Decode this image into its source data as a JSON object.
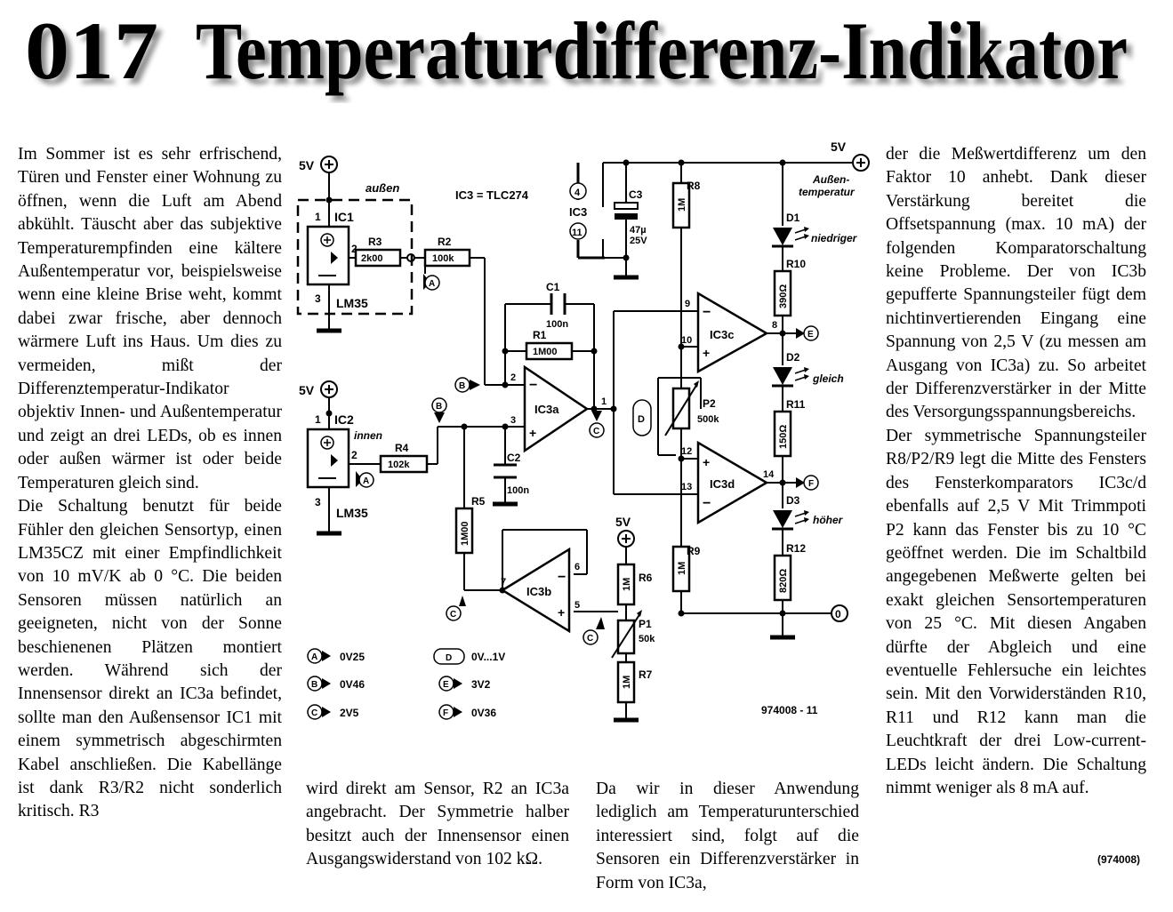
{
  "header": {
    "number": "017",
    "title": "Temperaturdifferenz-Indikator"
  },
  "article": {
    "col1": "Im Sommer ist es sehr erfrischend, Türen und Fenster einer Wohnung zu öffnen, wenn die Luft am Abend abkühlt. Täuscht aber das subjektive Temperaturempfinden eine kältere Außentemperatur vor, beispielsweise wenn eine kleine Brise weht, kommt dabei zwar frische, aber dennoch wärmere Luft ins Haus. Um dies zu vermeiden, mißt der Differenztemperatur-Indikator objektiv Innen- und Außentemperatur und zeigt an drei LEDs, ob es innen oder außen wärmer ist oder beide Temperaturen gleich sind.",
    "col1b": "Die Schaltung benutzt für beide Fühler den gleichen Sensortyp, einen LM35CZ mit einer Empfindlichkeit von 10 mV/K ab 0 °C. Die beiden Sensoren müssen natürlich an geeigneten, nicht von der Sonne beschienenen Plätzen montiert werden. Während sich der Innensensor direkt an IC3a befindet, sollte man den Außensensor IC1 mit einem symmetrisch abgeschirmten Kabel anschließen. Die Kabellänge ist dank R3/R2 nicht sonderlich kritisch. R3",
    "col2": "wird direkt am Sensor, R2 an IC3a angebracht. Der Symmetrie halber besitzt auch der Innensensor einen Ausgangswiderstand von 102 kΩ.",
    "col3": "Da wir in dieser Anwendung lediglich am Temperaturunterschied interessiert sind, folgt auf die Sensoren ein Differenzverstärker in Form von IC3a,",
    "col4": "der die Meßwertdifferenz um den Faktor 10 anhebt. Dank dieser Verstärkung bereitet die Offsetspannung (max. 10 mA) der folgenden Komparatorschaltung keine Probleme. Der von IC3b gepufferte Spannungsteiler fügt dem nichtinvertierenden Eingang eine Spannung von 2,5 V (zu messen am Ausgang von IC3a) zu. So arbeitet der Differenzverstärker in der Mitte des Versorgungsspannungsbereichs.",
    "col4b": "Der symmetrische Spannungsteiler R8/P2/R9 legt die Mitte des Fensters des Fensterkomparators IC3c/d ebenfalls auf 2,5 V Mit Trimmpoti P2 kann das Fenster bis zu 10 °C geöffnet werden. Die im Schaltbild angegebenen Meßwerte gelten bei exakt gleichen Sensortemperaturen von 25 °C. Mit diesen Angaben dürfte der Abgleich und eine eventuelle Fehlersuche ein leichtes sein. Mit den Vorwiderständen R10, R11 und R12 kann man die Leuchtkraft der drei Low-current-LEDs leicht ändern. Die Schaltung nimmt weniger als 8 mA auf.",
    "ref": "(974008)"
  },
  "schematic": {
    "ic3_note": "IC3 = TLC274",
    "fig_id": "974008 - 11",
    "supply": "5V",
    "ground_ref": "0",
    "aussen": "außen",
    "innen": "innen",
    "aussen_temp1": "Außen-",
    "aussen_temp2": "temperatur",
    "ic1": "IC1",
    "ic2": "IC2",
    "ic3": "IC3",
    "lm35": "LM35",
    "r1": "R1",
    "r1v": "1M00",
    "r2": "R2",
    "r2v": "100k",
    "r3": "R3",
    "r3v": "2k00",
    "r4": "R4",
    "r4v": "102k",
    "r5": "R5",
    "r5v": "1M00",
    "r6": "R6",
    "r6v": "1M",
    "r7": "R7",
    "r7v": "1M",
    "r8": "R8",
    "r8v": "1M",
    "r9": "R9",
    "r9v": "1M",
    "r10": "R10",
    "r10v": "390Ω",
    "r11": "R11",
    "r11v": "150Ω",
    "r12": "R12",
    "r12v": "820Ω",
    "c1": "C1",
    "c1v": "100n",
    "c2": "C2",
    "c2v": "100n",
    "c3": "C3",
    "c3v1": "47µ",
    "c3v2": "25V",
    "p1": "P1",
    "p1v": "50k",
    "p2": "P2",
    "p2v": "500k",
    "d1": "D1",
    "d1l": "niedriger",
    "d2": "D2",
    "d2l": "gleich",
    "d3": "D3",
    "d3l": "höher",
    "ic3a": "IC3a",
    "ic3b": "IC3b",
    "ic3c": "IC3c",
    "ic3d": "IC3d",
    "pins": {
      "p1": "1",
      "p2": "2",
      "p3": "3",
      "p4": "4",
      "p5": "5",
      "p6": "6",
      "p7": "7",
      "p8": "8",
      "p9": "9",
      "p10": "10",
      "p11": "11",
      "p12": "12",
      "p13": "13",
      "p14": "14"
    },
    "legend": [
      {
        "letter": "A",
        "value": "0V25"
      },
      {
        "letter": "B",
        "value": "0V46"
      },
      {
        "letter": "C",
        "value": "2V5"
      },
      {
        "letter": "D",
        "value": "0V...1V"
      },
      {
        "letter": "E",
        "value": "3V2"
      },
      {
        "letter": "F",
        "value": "0V36"
      }
    ],
    "test_points": {
      "a": "A",
      "b": "B",
      "c": "C",
      "d": "D",
      "e": "E",
      "f": "F"
    }
  }
}
